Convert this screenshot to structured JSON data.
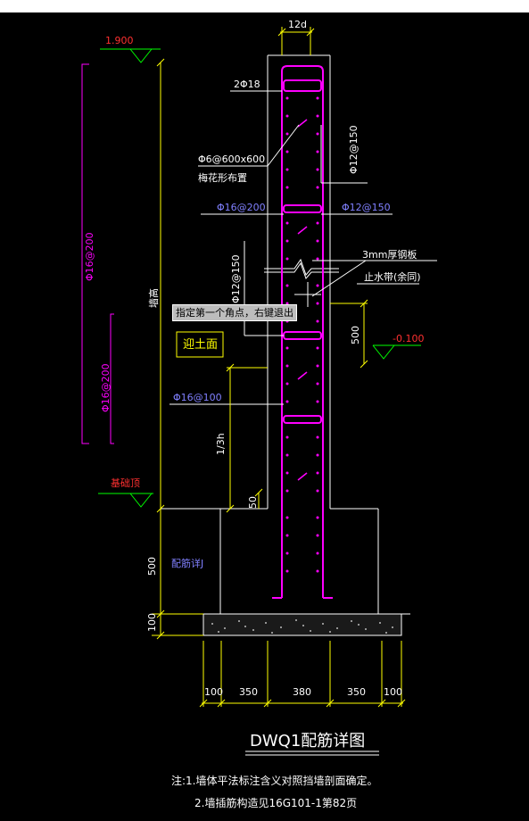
{
  "drawing": {
    "title": "DWQ1配筋详图",
    "note1": "注:1.墙体平法标注含义对照挡墙剖面确定。",
    "note2": "2.墙插筋构造见16G101-1第82页",
    "tooltip": "指定第一个角点，右键退出"
  },
  "labels": {
    "width_12d": "12d",
    "top_bars": "2Φ18",
    "tie": "Φ6@600x600",
    "tie_note": "梅花形布置",
    "vert_bar_left_upper": "Φ16@200",
    "horiz_bar_right_1": "Φ12@150",
    "horiz_bar_right_2": "Φ12@150",
    "horiz_bar_center": "Φ12@150",
    "steel_plate": "3mm厚钢板",
    "waterstop": "止水带(余同)",
    "wall_height": "墙高",
    "facing_soil": "迎土面",
    "bar_lower_left": "Φ16@100",
    "long_bar_1": "Φ16@200",
    "long_bar_2": "Φ16@200",
    "one_third_h": "1/3h",
    "dim_50": "50",
    "dim_500_right": "500",
    "dim_500_left": "500",
    "dim_100_left": "100",
    "base_rebar": "配筋详J",
    "foundation_top": "基础顶"
  },
  "elevations": {
    "top": "1.900",
    "bottom_right": "-0.100"
  },
  "bottom_dims": [
    "100",
    "350",
    "380",
    "350",
    "100"
  ],
  "colors": {
    "wall": "#ffffff",
    "rebar": "#ff00ff",
    "text": "#ffffff",
    "dim": "#ffff00",
    "elev_line": "#00ff00",
    "elev_text": "#ff3030",
    "annot": "#8080ff",
    "frame": "#ffff00"
  }
}
